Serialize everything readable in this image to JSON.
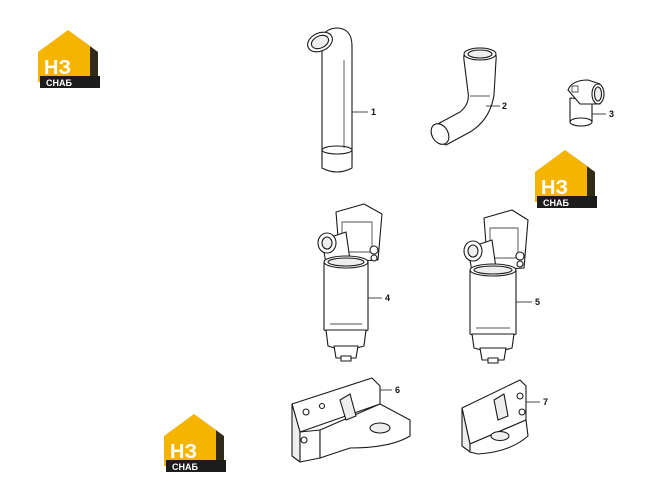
{
  "brand": {
    "logo_main": "НЗ",
    "logo_sub": "СНАБ",
    "color_yellow": "#f5b400",
    "color_dark": "#1c1c1c"
  },
  "callouts": [
    {
      "label": "1"
    },
    {
      "label": "2"
    },
    {
      "label": "3"
    },
    {
      "label": "4"
    },
    {
      "label": "5"
    },
    {
      "label": "6"
    },
    {
      "label": "7"
    }
  ]
}
